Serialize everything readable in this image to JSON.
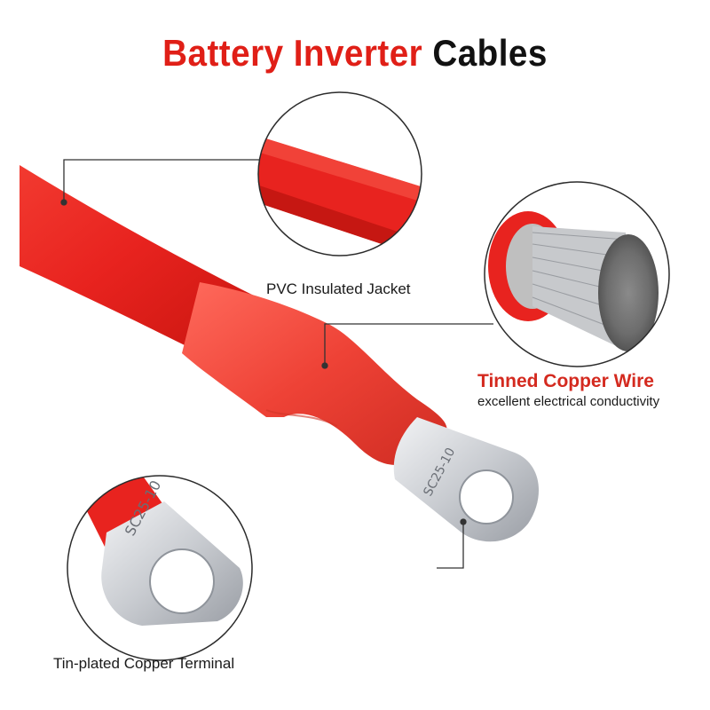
{
  "title": {
    "part1": "Battery Inverter",
    "part2": "Cables"
  },
  "callouts": {
    "jacket": "PVC Insulated Jacket",
    "wire_title": "Tinned Copper Wire",
    "wire_subtitle": "excellent electrical conductivity",
    "terminal": "Tin-plated Copper Terminal"
  },
  "terminal_stamp": "SC25-10",
  "colors": {
    "cable_red": "#e8231f",
    "sleeve_red": "#f0483e",
    "title_red": "#e01f17",
    "accent_red": "#d42a1f",
    "metal": "#c9ccd1"
  }
}
